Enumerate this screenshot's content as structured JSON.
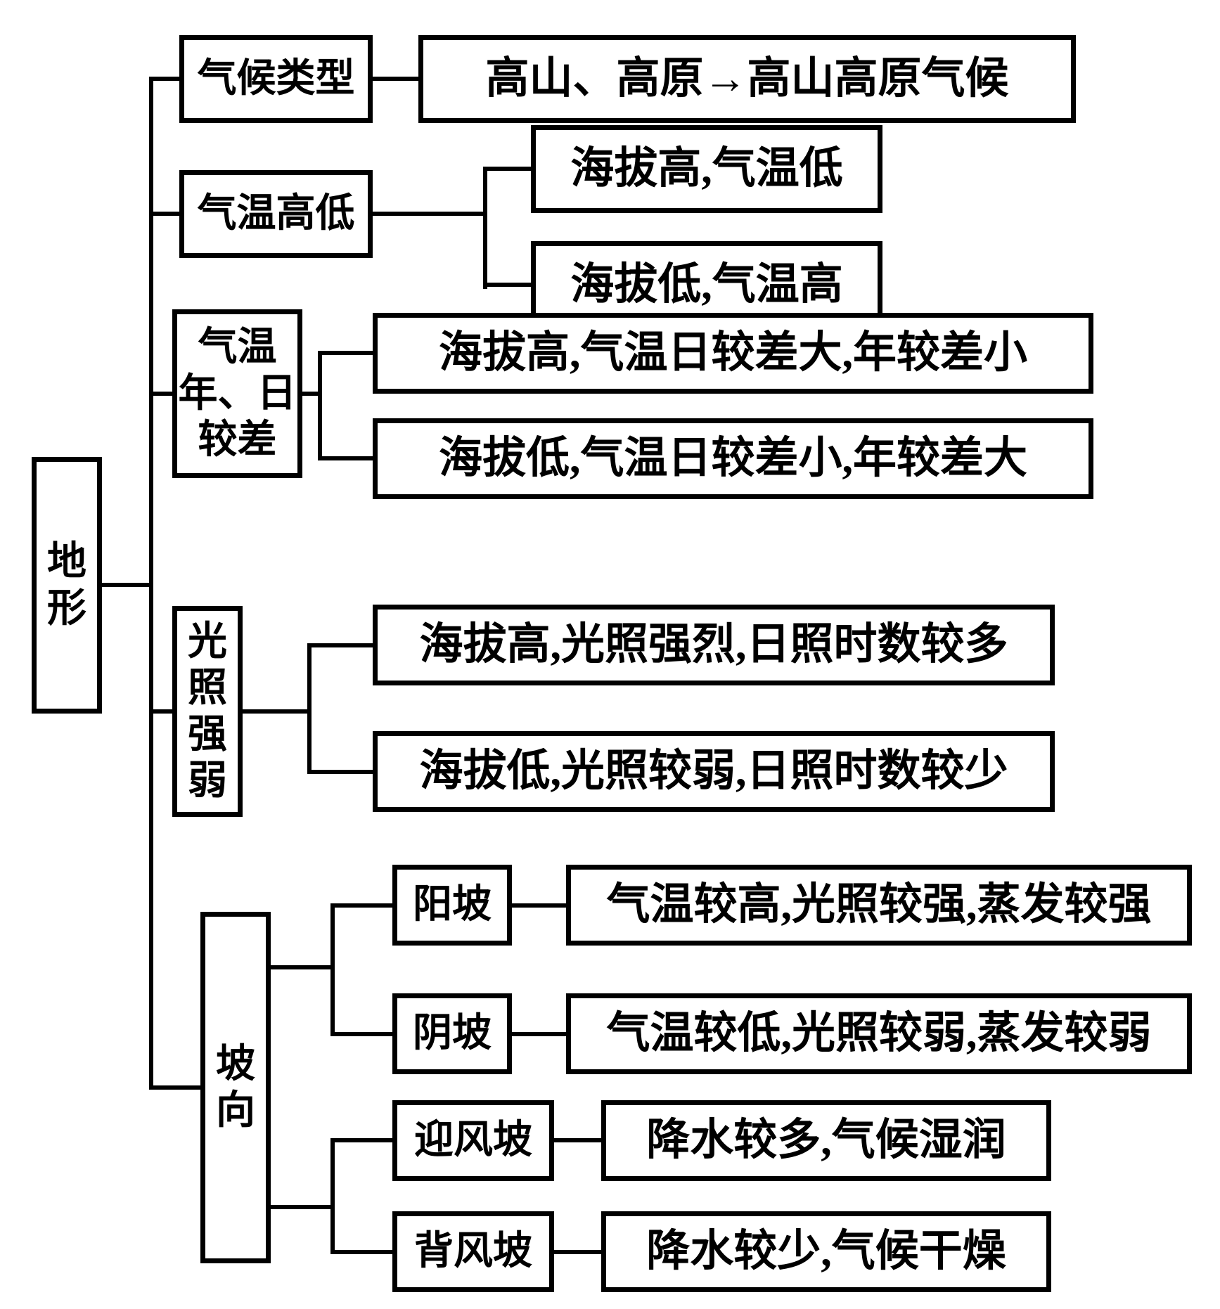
{
  "diagram": {
    "title_implicit": "地形对气候的影响",
    "root": {
      "label": "地\n形"
    },
    "branches": [
      {
        "label": "气候类型",
        "children": [
          {
            "label": "高山、高原→高山高原气候"
          }
        ]
      },
      {
        "label": "气温高低",
        "children": [
          {
            "label": "海拔高,气温低"
          },
          {
            "label": "海拔低,气温高"
          }
        ]
      },
      {
        "label": "气温\n年、日\n较差",
        "children": [
          {
            "label": "海拔高,气温日较差大,年较差小"
          },
          {
            "label": "海拔低,气温日较差小,年较差大"
          }
        ]
      },
      {
        "label": "光\n照\n强\n弱",
        "children": [
          {
            "label": "海拔高,光照强烈,日照时数较多"
          },
          {
            "label": "海拔低,光照较弱,日照时数较少"
          }
        ]
      },
      {
        "label": "坡\n向",
        "slopes": [
          {
            "type": "阳坡",
            "effect": "气温较高,光照较强,蒸发较强"
          },
          {
            "type": "阴坡",
            "effect": "气温较低,光照较弱,蒸发较弱"
          },
          {
            "type": "迎风坡",
            "effect": "降水较多,气候湿润"
          },
          {
            "type": "背风坡",
            "effect": "降水较少,气候干燥"
          }
        ]
      }
    ],
    "colors": {
      "line": "#000000",
      "background": "#ffffff",
      "text": "#000000"
    }
  }
}
